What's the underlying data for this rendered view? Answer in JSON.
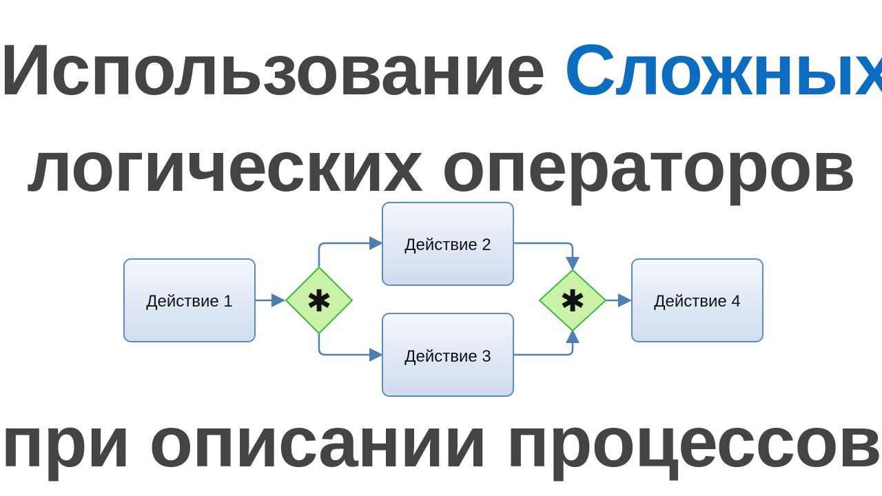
{
  "title": {
    "line1_part1": "Использование",
    "line1_accent": "Сложных",
    "line2": "логических операторов",
    "line3": "при описании процессов"
  },
  "diagram": {
    "tasks": [
      "Действие 1",
      "Действие 2",
      "Действие 3",
      "Действие 4"
    ],
    "gateway_symbol": "✱"
  },
  "colors": {
    "title_text": "#444444",
    "accent": "#0b6cc0",
    "task_fill_top": "#f4f7fc",
    "task_fill_bottom": "#cfdcef",
    "task_border": "#5b8bc4",
    "gateway_fill": "#c9f2a8",
    "gateway_border": "#3db83d",
    "flow_line": "#4f7fb0"
  }
}
